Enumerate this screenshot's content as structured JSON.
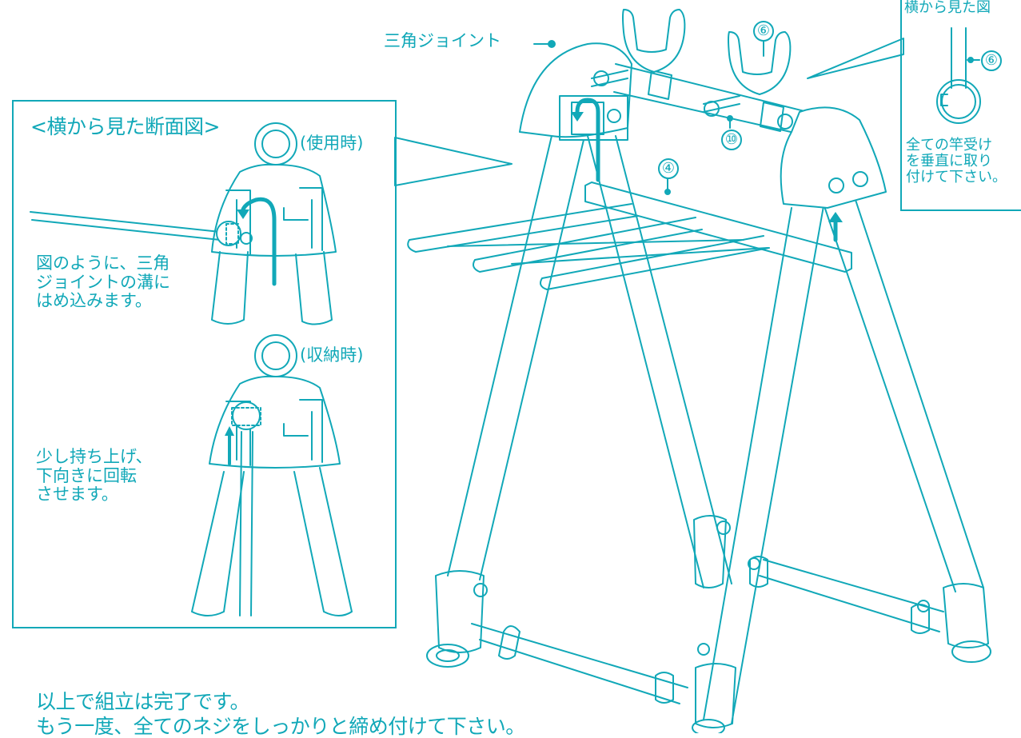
{
  "labels": {
    "triangle_joint": "三角ジョイント",
    "part_6": "⑥",
    "part_10": "⑩",
    "part_4": "④"
  },
  "side_inset": {
    "title": "横から見た図",
    "part_label": "⑥",
    "note": "全ての竿受け\nを垂直に取り\n付けて下さい。"
  },
  "section_inset": {
    "title": "<横から見た断面図>",
    "state_in_use": "(使用時)",
    "state_stored": "(収納時)",
    "instruction_insert": "図のように、三角\nジョイントの溝に\nはめ込みます。",
    "instruction_rotate": "少し持ち上げ、\n下向きに回転\nさせます。"
  },
  "footer": {
    "line1": "以上で組立は完了です。",
    "line2": "もう一度、全てのネジをしっかりと締め付けて下さい。"
  },
  "colors": {
    "ink": "#11a8b8",
    "background": "#ffffff"
  }
}
